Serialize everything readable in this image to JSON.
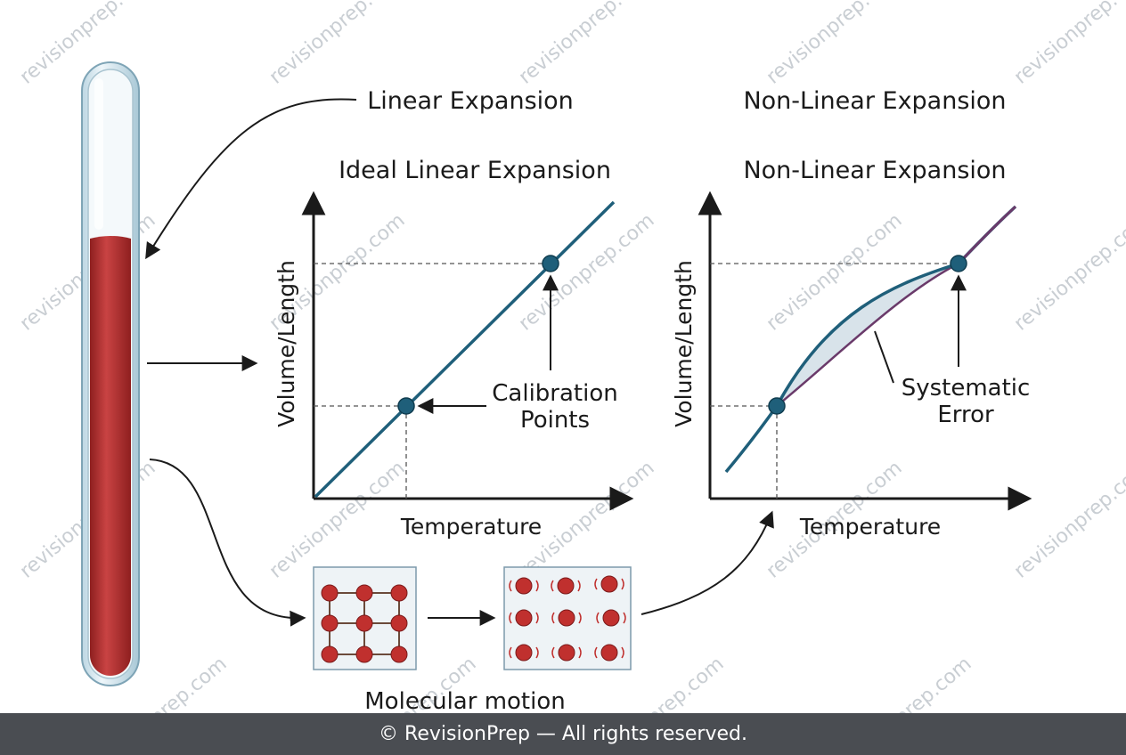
{
  "labels": {
    "linear_heading": "Linear Expansion",
    "nonlinear_heading": "Non-Linear Expansion",
    "molecular_motion": "Molecular motion"
  },
  "chart_left": {
    "title": "Ideal Linear Expansion",
    "xlabel": "Temperature",
    "ylabel": "Volume/Length",
    "annotation_line1": "Calibration",
    "annotation_line2": "Points"
  },
  "chart_right": {
    "title": "Non-Linear Expansion",
    "xlabel": "Temperature",
    "ylabel": "Volume/Length",
    "annotation_line1": "Systematic",
    "annotation_line2": "Error"
  },
  "watermark": "revisionprep.com",
  "footer": "© RevisionPrep — All rights reserved.",
  "colors": {
    "curve": "#1f5f7a",
    "point": "#1f5f7a",
    "liquid": "#b83232",
    "molecule": "#c0302e",
    "nonlinear_curve": "#6a3a6a",
    "error_fill": "#d8e3ea",
    "footer_bg": "#4a4d52"
  }
}
